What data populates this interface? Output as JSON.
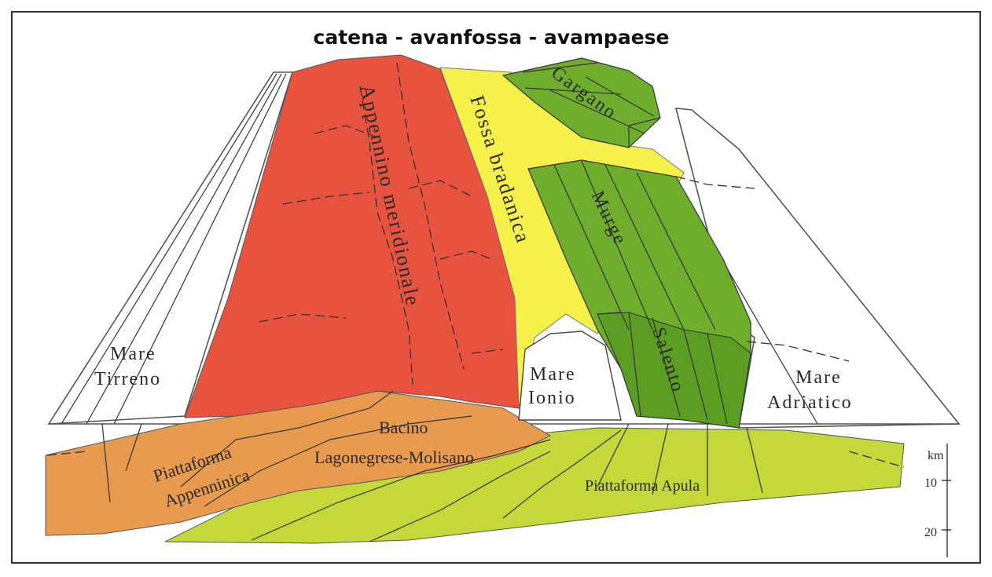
{
  "title": "catena - avanfossa - avampaese",
  "labels": {
    "appennino": "Appennino meridionale",
    "fossa": "Fossa bradanica",
    "gargano": "Gargano",
    "murge": "Murge",
    "salento": "Salento",
    "mare_tirreno_1": "Mare",
    "mare_tirreno_2": "Tirreno",
    "mare_ionio_1": "Mare",
    "mare_ionio_2": "Ionio",
    "mare_adriatico_1": "Mare",
    "mare_adriatico_2": "Adriatico",
    "bacino_1": "Bacino",
    "bacino_2": "Lagonegrese-Molisano",
    "piattaforma_app_1": "Piattaforma",
    "piattaforma_app_2": "Appenninica",
    "piattaforma_apula": "Piattaforma Apula"
  },
  "scale": {
    "unit": "km",
    "ticks": [
      "10",
      "20"
    ]
  },
  "colors": {
    "chain": "#e8533f",
    "foredeep": "#f5f04a",
    "foreland": "#6fae2c",
    "foreland_dark": "#4e8f1e",
    "bacino": "#e89a4e",
    "apula": "#c4d83a",
    "sea": "#ffffff"
  }
}
